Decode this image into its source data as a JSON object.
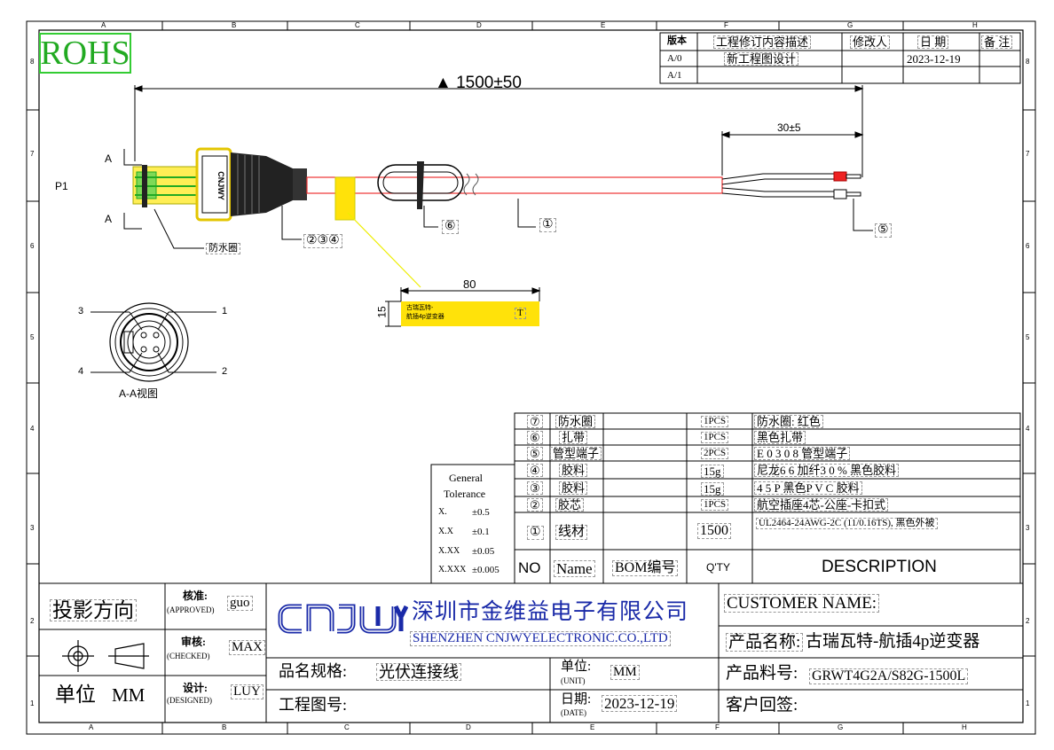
{
  "frame": {
    "cols": [
      "A",
      "B",
      "C",
      "D",
      "E",
      "F",
      "G",
      "H"
    ],
    "rows": [
      "8",
      "7",
      "6",
      "5",
      "4",
      "3",
      "2",
      "1"
    ]
  },
  "rohs": "ROHS",
  "revision": {
    "headers": [
      "版本",
      "工程修订内容描述",
      "修改人",
      "日 期",
      "备 注"
    ],
    "rows": [
      [
        "A/0",
        "新工程图设计",
        "",
        "2023-12-19",
        ""
      ],
      [
        "A/1",
        "",
        "",
        "",
        ""
      ]
    ]
  },
  "dims": {
    "overall": "▲ 1500±50",
    "strip": "30±5",
    "tag_len": "80",
    "tag_h": "15"
  },
  "labels": {
    "p1": "P1",
    "a_top": "A",
    "a_bot": "A",
    "seal": "防水圈",
    "callout_234": "②③④",
    "callout_6": "⑥",
    "callout_1": "①",
    "callout_5": "⑤",
    "connector_mark": "CNJWY"
  },
  "tag": {
    "line1": "古瑞瓦特-",
    "line2": "航插4p逆变器",
    "mark": "T"
  },
  "view": {
    "pins": [
      "1",
      "2",
      "3",
      "4"
    ],
    "caption": "A-A视图"
  },
  "tolerance": {
    "title1": "General",
    "title2": "Tolerance",
    "rows": [
      [
        "X.",
        "±0.5"
      ],
      [
        "X.X",
        "±0.1"
      ],
      [
        "X.XX",
        "±0.05"
      ],
      [
        "X.XXX",
        "±0.005"
      ]
    ]
  },
  "bom": {
    "rows": [
      [
        "⑦",
        "防水圈",
        "",
        "1PCS",
        "防水圈: 红色"
      ],
      [
        "⑥",
        "扎带",
        "",
        "1PCS",
        "黑色扎带"
      ],
      [
        "⑤",
        "管型端子",
        "",
        "2PCS",
        "E 0 3 0 8 管型端子"
      ],
      [
        "④",
        "胶料",
        "",
        "15g",
        "尼龙6 6 加纤3 0 % 黑色胶料"
      ],
      [
        "③",
        "胶料",
        "",
        "15g",
        "4 5 P 黑色P V C 胶料"
      ],
      [
        "②",
        "胶芯",
        "",
        "1PCS",
        "航空插座4芯-公座-卡扣式"
      ],
      [
        "①",
        "线材",
        "",
        "1500",
        "UL2464-24AWG-2C (11/0.16TS), 黑色外被"
      ]
    ],
    "header": [
      "NO",
      "Name",
      "BOM编号",
      "Q'TY",
      "DESCRIPTION"
    ]
  },
  "title_block": {
    "projection": "投影方向",
    "unit_label": "单位",
    "unit_val": "MM",
    "approved": "核准:",
    "approved_en": "(APPROVED)",
    "approved_by": "guo",
    "checked": "审核:",
    "checked_en": "(CHECKED)",
    "checked_by": "MAX",
    "designed": "设计:",
    "designed_en": "(DESIGNED)",
    "designed_by": "LUY",
    "company_cn": "深圳市金维益电子有限公司",
    "company_en": "SHENZHEN CNJWYELECTRONIC.CO.,LTD",
    "spec_label": "品名规格:",
    "spec_val": "光伏连接线",
    "drawing_no": "工程图号:",
    "unit2_label": "单位:",
    "unit2_en": "(UNIT)",
    "unit2_val": "MM",
    "date_label": "日期:",
    "date_en": "(DATE)",
    "date_val": "2023-12-19",
    "customer": "CUSTOMER NAME:",
    "product_name_label": "产品名称:",
    "product_name_val": "古瑞瓦特-航插4p逆变器",
    "part_no_label": "产品料号:",
    "part_no_val": "GRWT4G2A/S82G-1500L",
    "reply": "客户回签:"
  }
}
